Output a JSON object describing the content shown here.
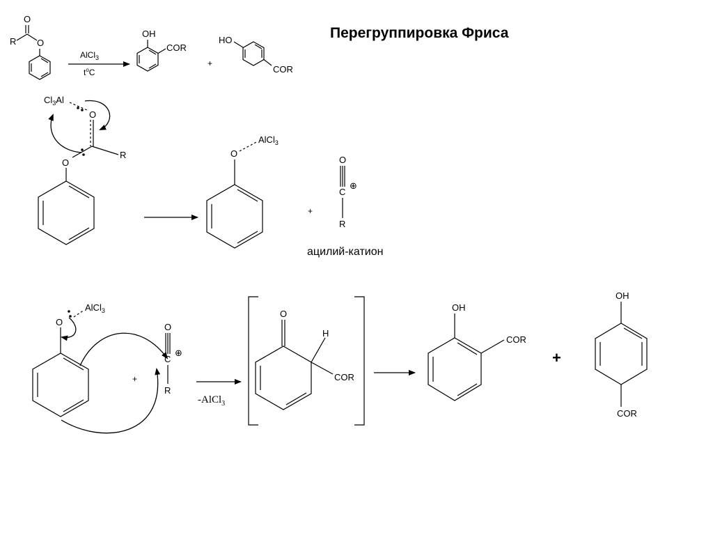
{
  "title": "Перегруппировка Фриса",
  "overall_reaction": {
    "substituent_R": "R",
    "carbonyl_O": "O",
    "ester_O": "O",
    "reagent": "AlCl3",
    "condition": "toC",
    "product1_oh": "OH",
    "product1_cor": "COR",
    "plus": "+",
    "product2_ho": "HO",
    "product2_cor": "COR"
  },
  "step1": {
    "lewis_acid": "Cl3Al",
    "carbonyl_O": "O",
    "ester_O": "O",
    "substituent_R": "R",
    "phenoxide_O": "O",
    "phenoxide_alcl3": "AlCl3",
    "plus": "+",
    "acylium_O": "O",
    "acylium_C": "C",
    "acylium_charge": "⊕",
    "acylium_R": "R",
    "acylium_caption": "ацилий-катион"
  },
  "step2": {
    "phenoxide_O": "O",
    "phenoxide_alcl3": "AlCl3",
    "plus": "+",
    "acylium_O": "O",
    "acylium_C": "C",
    "acylium_charge": "⊕",
    "acylium_R": "R",
    "elimination": "-AlCl3",
    "intermediate_O": "O",
    "intermediate_H": "H",
    "intermediate_cor": "COR",
    "product1_oh": "OH",
    "product1_cor": "COR",
    "big_plus": "+",
    "product2_oh": "OH",
    "product2_cor": "COR"
  }
}
